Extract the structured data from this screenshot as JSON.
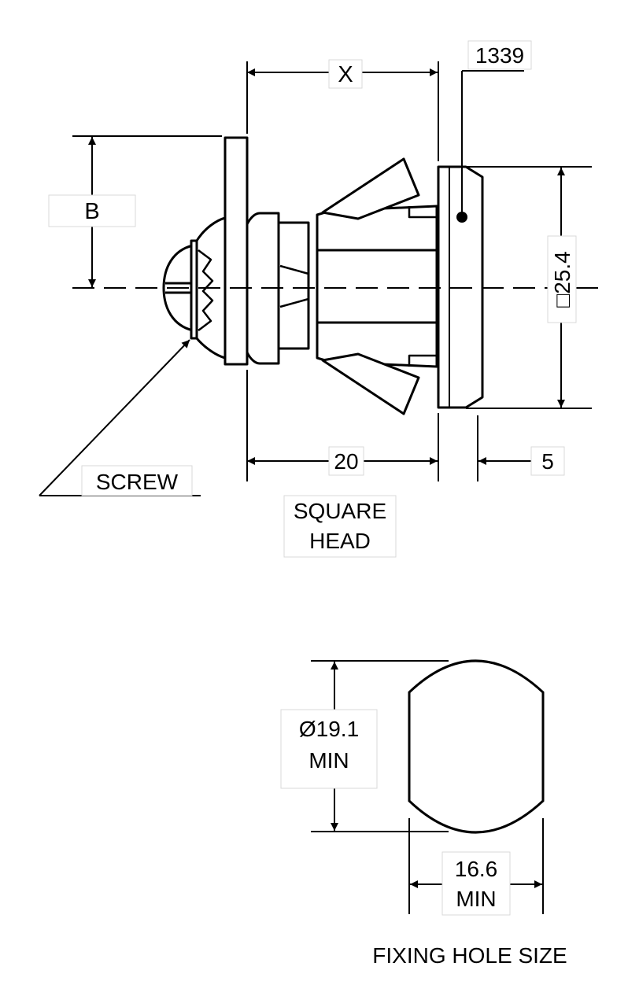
{
  "part_number": "1339",
  "dimensions": {
    "x": "X",
    "b": "B",
    "square_size": "□25.4",
    "length": "20",
    "offset": "5"
  },
  "labels": {
    "screw": "SCREW",
    "square_head_line1": "SQUARE",
    "square_head_line2": "HEAD"
  },
  "fixing_hole": {
    "diameter_line1": "Ø19.1",
    "diameter_line2": "MIN",
    "width_line1": "16.6",
    "width_line2": "MIN",
    "caption": "FIXING HOLE SIZE"
  }
}
